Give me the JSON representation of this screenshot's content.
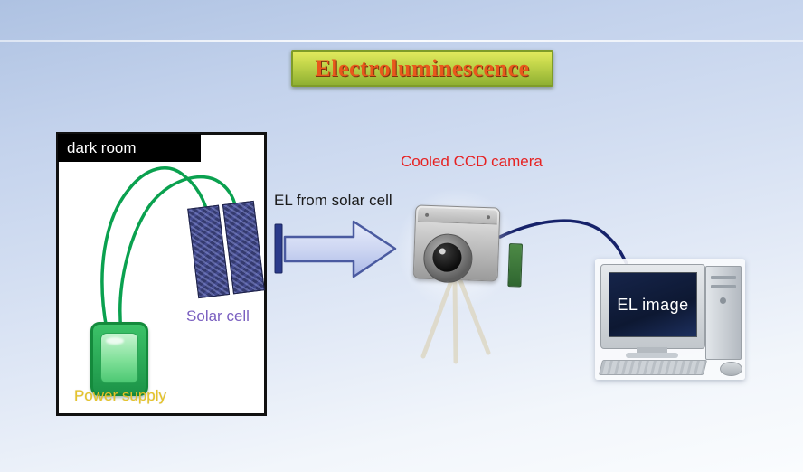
{
  "slide": {
    "title": "Electroluminescence",
    "dark_room": {
      "header": "dark room",
      "solar_cell_label": "Solar cell",
      "power_supply_label": "Power supply"
    },
    "flow": {
      "arrow_label": "EL from solar cell"
    },
    "camera": {
      "label": "Cooled CCD camera"
    },
    "computer": {
      "screen_label": "EL image"
    },
    "colors": {
      "title_text": "#e8581c",
      "title_box_top": "#e3ea5e",
      "title_box_bottom": "#8fb032",
      "camera_label": "#e62222",
      "solar_cell_label": "#7a5fc0",
      "power_supply_label": "#e6c428",
      "wire_green": "#0aa14f",
      "cable_navy": "#16226a",
      "arrow_fill": "#cdd6f2",
      "arrow_stroke": "#4a5aa0",
      "background_top": "#aec2e2",
      "background_bottom": "#fafcfe"
    }
  }
}
